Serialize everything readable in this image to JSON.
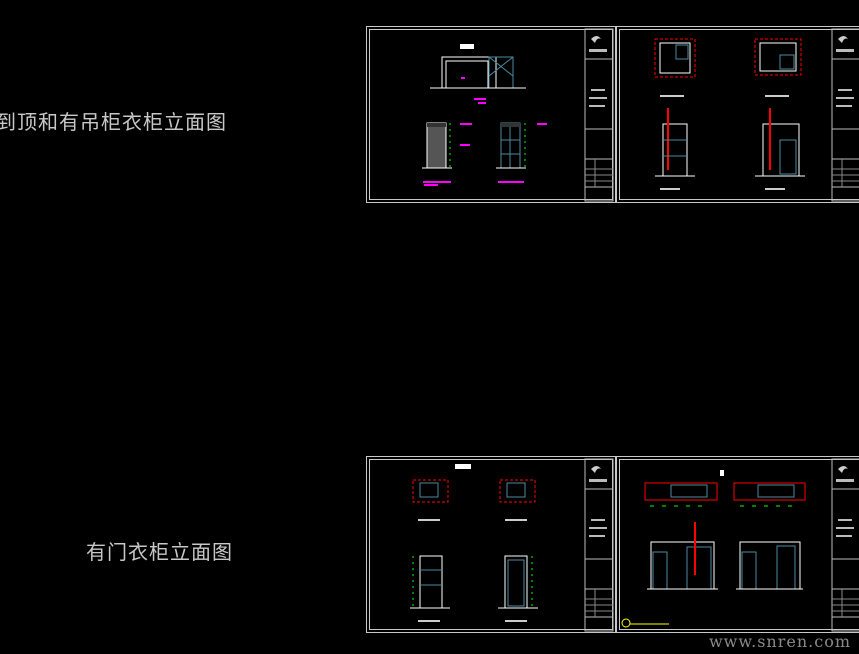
{
  "labels": {
    "top": "到顶和有吊柜衣柜立面图",
    "bottom": "有门衣柜立面图"
  },
  "watermark": "www.snren.com",
  "colors": {
    "background": "#000000",
    "sheet_border": "#c8c8c8",
    "dimension": "#00ff00",
    "annotation": "#ff00ff",
    "section_red": "#ff0000",
    "cabinet": "#4a8aa0",
    "scale_bar": "#ffff00"
  }
}
